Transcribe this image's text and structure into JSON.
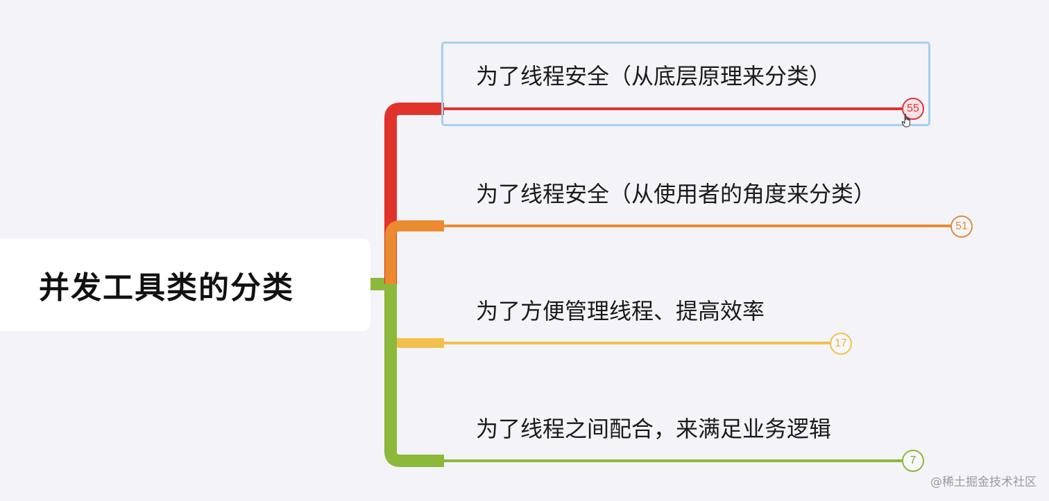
{
  "root": {
    "label": "并发工具类的分类"
  },
  "branches": [
    {
      "label": "为了线程安全（从底层原理来分类）",
      "count": "55",
      "color": "#e0342a",
      "selected": true
    },
    {
      "label": "为了线程安全（从使用者的角度来分类）",
      "count": "51",
      "color": "#ec8a2f",
      "selected": false
    },
    {
      "label": "为了方便管理线程、提高效率",
      "count": "17",
      "color": "#f2c04a",
      "selected": false
    },
    {
      "label": "为了线程之间配合，来满足业务逻辑",
      "count": "7",
      "color": "#8cb83b",
      "selected": false
    }
  ],
  "watermark": "@稀土掘金技术社区"
}
